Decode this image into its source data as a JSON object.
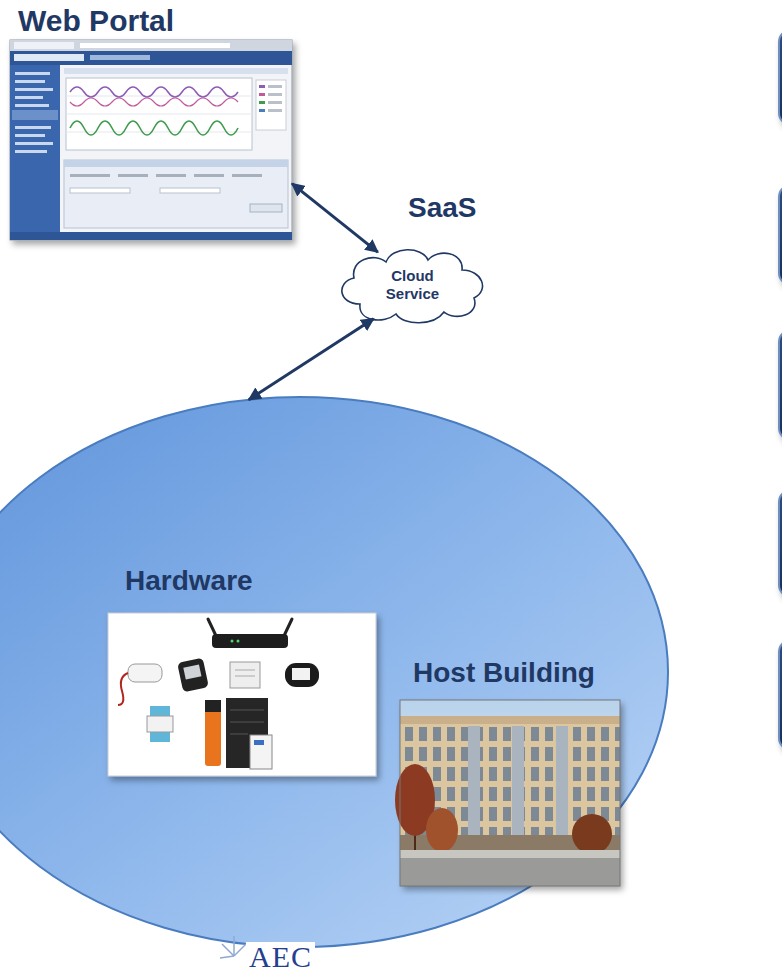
{
  "diagram": {
    "nodes": [
      {
        "text": [
          "Web Portal"
        ]
      },
      {
        "text": [
          "SaaS",
          "Cloud Service"
        ]
      },
      {
        "text": [
          "Hardware",
          "Host Building"
        ]
      }
    ],
    "edges": [
      {
        "from": 0,
        "to": 1,
        "arrow": "both"
      },
      {
        "from": 1,
        "to": 2,
        "arrow": "both"
      }
    ],
    "labels": [
      "AEC"
    ]
  }
}
